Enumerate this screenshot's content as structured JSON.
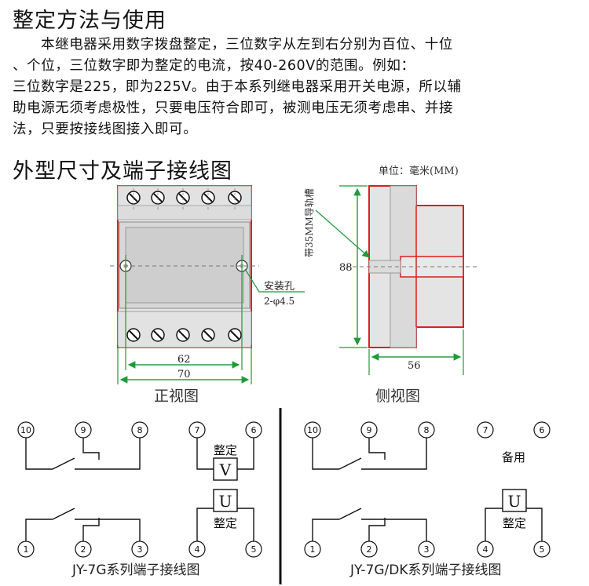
{
  "section1": {
    "title": "整定方法与使用",
    "lines": [
      "本继电器采用数字拨盘整定，三位数字从左到右分别为百位、十位",
      "、个位，三位数字即为整定的电流，按40-260V的范围。例如：",
      "三位数字是225，即为225V。由于本系列继电器采用开关电源，所以辅",
      "助电源无须考虑极性，只要电压符合即可，被测电压无须考虑串、并接",
      "法，只要按接线图接入即可。"
    ]
  },
  "section2": {
    "title": "外型尺寸及端子接线图"
  },
  "dimensions": {
    "unit_label": "单位：毫米(MM)",
    "rail_label": "带35MM导轨槽",
    "mount_hole_label": "安装孔",
    "mount_hole_spec": "2-φ4.5",
    "dim_62": "62",
    "dim_70": "70",
    "dim_88": "88",
    "dim_56": "56"
  },
  "views": {
    "front": "正视图",
    "side": "侧视图"
  },
  "wiring_left": {
    "terminals": [
      "⑩",
      "⑨",
      "⑧",
      "⑦",
      "⑥",
      "①",
      "②",
      "③",
      "④",
      "⑤"
    ],
    "top_label": "整定",
    "top_symbol": "V",
    "bottom_symbol": "U",
    "bottom_label": "整定",
    "caption": "JY-7G系列端子接线图"
  },
  "wiring_right": {
    "terminals": [
      "⑩",
      "⑨",
      "⑧",
      "⑦",
      "⑥",
      "①",
      "②",
      "③",
      "④",
      "⑤"
    ],
    "spare_label": "备用",
    "bottom_symbol": "U",
    "bottom_label": "整定",
    "caption": "JY-7G/DK系列端子接线图"
  },
  "colors": {
    "outline_red": "#d9201c",
    "dim_green": "#1f9a3a",
    "box_gray": "#cfcfcf"
  }
}
